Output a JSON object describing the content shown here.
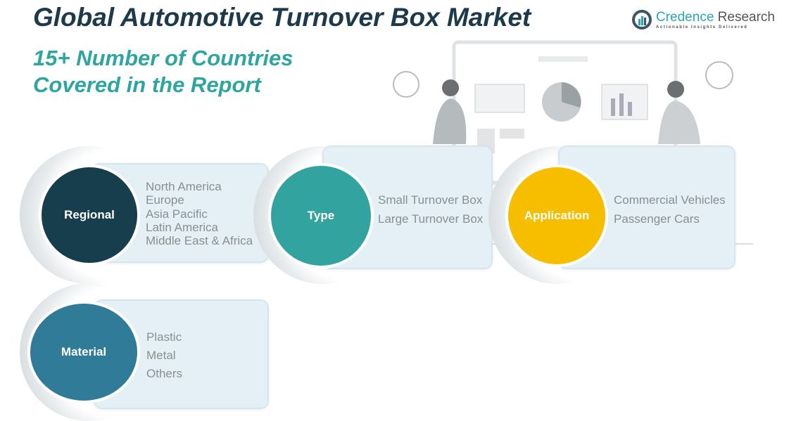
{
  "title": "Global Automotive Turnover Box Market",
  "subtitle_line1": "15+ Number of Countries",
  "subtitle_line2": "Covered in the Report",
  "logo": {
    "name_a": "Credence",
    "name_b": " Research",
    "tagline": "Actionable Insights Delivered"
  },
  "segments": [
    {
      "label": "Regional",
      "color": "#173e4d",
      "items": [
        "North America",
        "Europe",
        "Asia Pacific",
        "Latin America",
        "Middle East & Africa"
      ]
    },
    {
      "label": "Type",
      "color": "#33a3a0",
      "items": [
        "Small Turnover Box",
        "Large Turnover Box"
      ]
    },
    {
      "label": "Application",
      "color": "#f7be00",
      "items": [
        "Commercial Vehicles",
        "Passenger Cars"
      ]
    },
    {
      "label": "Material",
      "color": "#2f7b98",
      "items": [
        "Plastic",
        "Metal",
        "Others"
      ]
    }
  ]
}
